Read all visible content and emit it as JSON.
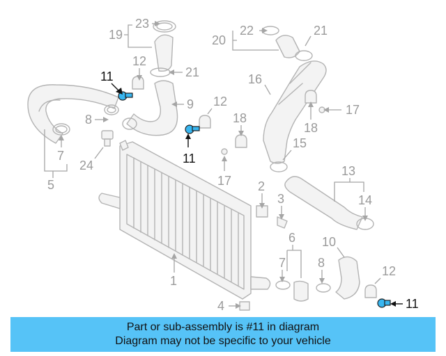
{
  "callouts": {
    "c1": "1",
    "c2": "2",
    "c3": "3",
    "c4": "4",
    "c5": "5",
    "c6": "6",
    "c7a": "7",
    "c7b": "7",
    "c8a": "8",
    "c8b": "8",
    "c9": "9",
    "c10": "10",
    "c11a": "11",
    "c11b": "11",
    "c11c": "11",
    "c12a": "12",
    "c12b": "12",
    "c12c": "12",
    "c13": "13",
    "c14": "14",
    "c15": "15",
    "c16": "16",
    "c17a": "17",
    "c17b": "17",
    "c18a": "18",
    "c18b": "18",
    "c19": "19",
    "c20": "20",
    "c21a": "21",
    "c21b": "21",
    "c22": "22",
    "c23": "23",
    "c24": "24"
  },
  "highlight_color": "#38b6f0",
  "banner": {
    "line1": "Part or sub-assembly is #11 in diagram",
    "line2": "Diagram may not be specific to your vehicle",
    "background": "#56c3f7"
  }
}
